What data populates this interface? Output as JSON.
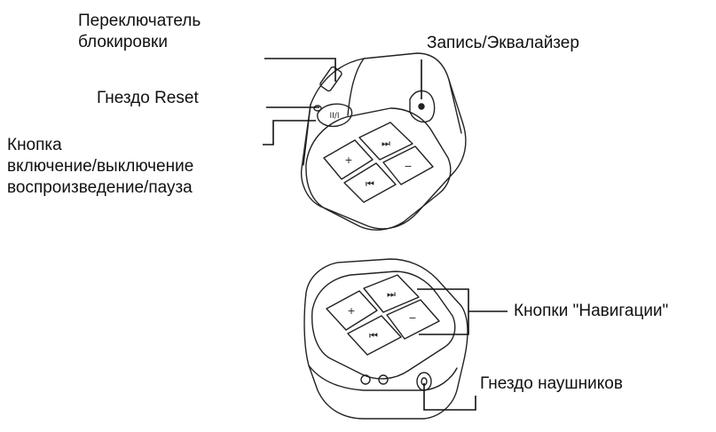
{
  "labels": {
    "lock_switch": "Переключатель\nблокировки",
    "reset_jack": "Гнездо Reset",
    "power_button": "Кнопка\nвключение/выключение\nвоспроизведение/пауза",
    "record_eq": "Запись/Эквалайзер",
    "navigation_buttons": "Кнопки \"Навигации\"",
    "headphone_jack": "Гнездо наушников"
  },
  "device_top": {
    "button_symbols": [
      "+",
      "⏭",
      "⏮",
      "−"
    ],
    "power_symbol": "II/I"
  },
  "device_bottom": {
    "button_symbols": [
      "+",
      "⏭",
      "⏮",
      "−"
    ]
  }
}
